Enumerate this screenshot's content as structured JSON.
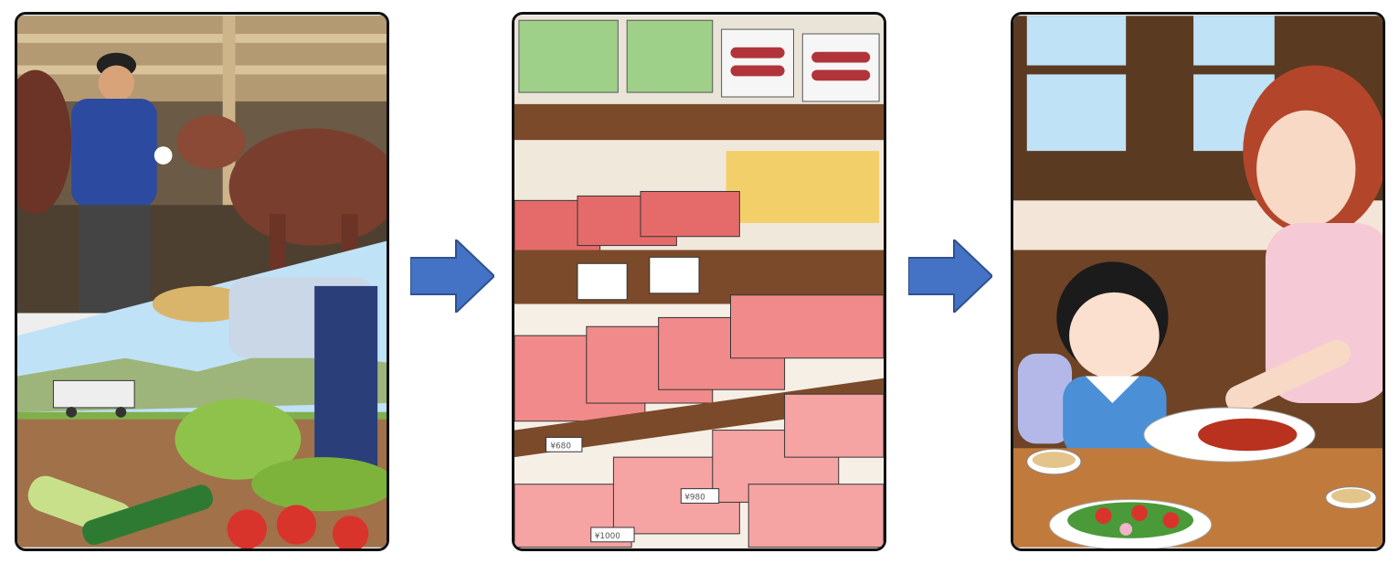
{
  "panels": [
    {
      "id": "farm",
      "scene": "ranch-and-field"
    },
    {
      "id": "store",
      "scene": "supermarket-meat-shelf"
    },
    {
      "id": "home",
      "scene": "family-dinner"
    }
  ],
  "store": {
    "price_tag_1": "¥680",
    "price_tag_2": "¥980",
    "price_tag_3": "¥1000"
  },
  "colors": {
    "arrow": "#4472C4",
    "panel_border": "#111111",
    "meat": "#e56b6b",
    "sky": "#bfe2f6"
  },
  "icons": [
    "arrow-right-icon",
    "arrow-right-icon"
  ]
}
